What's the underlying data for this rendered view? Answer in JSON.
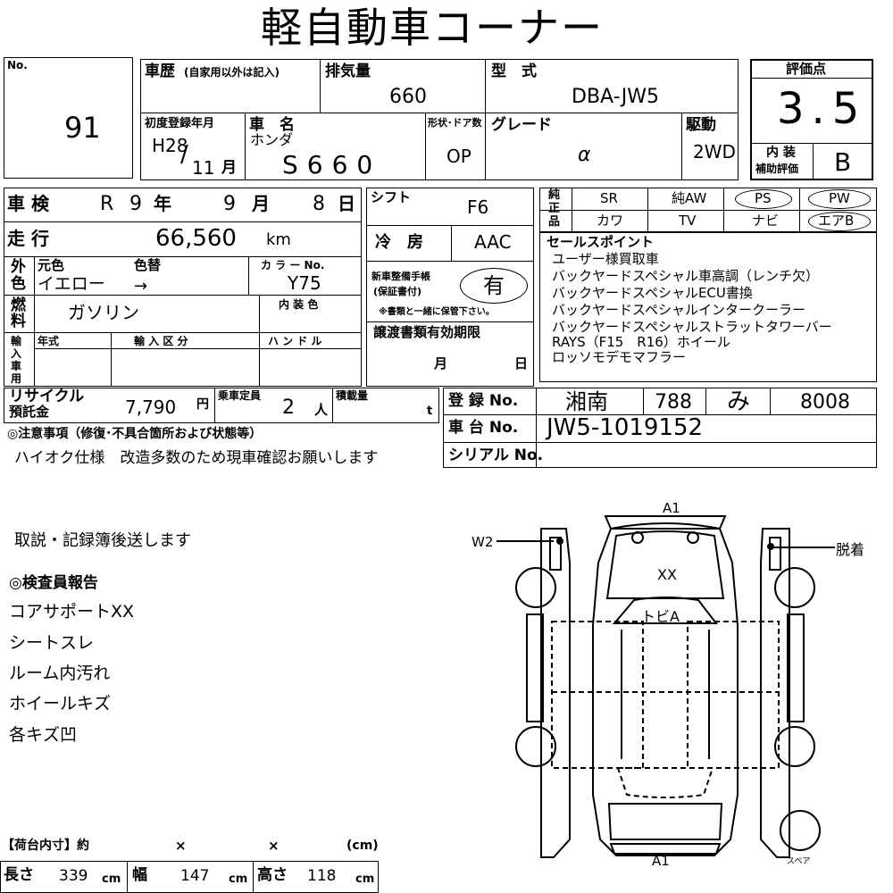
{
  "title": "軽自動車コーナー",
  "lot": {
    "no_label": "No.",
    "number": "91"
  },
  "history": {
    "label": "車歴",
    "note": "(自家用以外は記入)"
  },
  "displacement": {
    "label": "排気量",
    "value": "660"
  },
  "model": {
    "label": "型　式",
    "value": "DBA-JW5"
  },
  "score": {
    "label": "評価点",
    "value": "3.5",
    "interior_label_1": "内 装",
    "interior_label_2": "補助評価",
    "interior_value": "B"
  },
  "first_reg": {
    "label": "初度登録年月",
    "era_year": "H28",
    "slash": "/",
    "month": "11",
    "month_unit": "月"
  },
  "car_name": {
    "label": "車　名",
    "maker": "ホンダ",
    "name": "S660"
  },
  "body": {
    "label": "形状･ドア数",
    "value": "OP"
  },
  "grade": {
    "label": "グレード",
    "value": "α"
  },
  "drive": {
    "label": "駆動",
    "value": "2WD"
  },
  "inspection": {
    "label": "車 検",
    "era": "R",
    "year": "9",
    "year_unit": "年",
    "month": "9",
    "month_unit": "月",
    "day": "8",
    "day_unit": "日"
  },
  "shift": {
    "label": "シフト",
    "value": "F6"
  },
  "mileage": {
    "label": "走 行",
    "value": "66,560",
    "unit": "km"
  },
  "ac": {
    "label": "冷　房",
    "value": "AAC"
  },
  "color": {
    "label_1": "外",
    "label_2": "色",
    "orig_label": "元色",
    "change_label": "色替",
    "orig_value": "イエロー",
    "arrow": "→",
    "code_label": "カ ラ ー No.",
    "code_value": "Y75",
    "interior_color_label": "内 装 色"
  },
  "warranty": {
    "label_1": "新車整備手帳",
    "label_2": "(保証書付)",
    "value": "有",
    "note": "※書類と一緒に保管下さい。"
  },
  "fuel": {
    "label_1": "燃",
    "label_2": "料",
    "value": "ガソリン"
  },
  "transfer": {
    "label": "譲渡書類有効期限",
    "month_unit": "月",
    "day_unit": "日"
  },
  "import": {
    "label_1": "輸",
    "label_2": "入",
    "label_3": "車",
    "label_4": "用",
    "year_label": "年式",
    "class_label": "輸 入 区 分",
    "handle_label": "ハ ン ド ル"
  },
  "equipment": {
    "label_1": "純",
    "label_2": "正",
    "label_3": "品",
    "row1": [
      "SR",
      "純AW",
      "PS",
      "PW"
    ],
    "row2": [
      "カワ",
      "TV",
      "ナビ",
      "エアB"
    ]
  },
  "sales_points": {
    "label": "セールスポイント",
    "items": [
      "ユーザー様買取車",
      "バックヤードスペシャル車高調（レンチ欠）",
      "バックヤードスペシャルECU書換",
      "バックヤードスペシャルインタークーラー",
      "バックヤードスペシャルストラットタワーバー",
      "RAYS（F15　R16）ホイール",
      "ロッソモデモマフラー"
    ]
  },
  "recycle": {
    "label_1": "リサイクル",
    "label_2": "預託金",
    "value": "7,790",
    "unit": "円"
  },
  "capacity": {
    "label": "乗車定員",
    "value": "2",
    "unit": "人"
  },
  "load": {
    "label": "積載量",
    "unit": "t"
  },
  "registration": {
    "label": "登 録 No.",
    "area": "湘南",
    "class_no": "788",
    "kana": "み",
    "number": "8008"
  },
  "chassis": {
    "label": "車 台 No.",
    "value": "JW5-1019152"
  },
  "serial": {
    "label": "シリアル No."
  },
  "caution": {
    "label": "◎注意事項（修復･不具合箇所および状態等）",
    "text": "ハイオク仕様　改造多数のため現車確認お願いします"
  },
  "notes": {
    "docs": "取説・記録簿後送します",
    "inspector_label": "◎検査員報告",
    "items": [
      "コアサポートXX",
      "シートスレ",
      "ルーム内汚れ",
      "ホイールキズ",
      "各キズ凹"
    ]
  },
  "diagram": {
    "a1_top": "A1",
    "w2": "W2",
    "removed": "脱着",
    "xx": "XX",
    "topia": "トビA",
    "a1_bottom": "A1",
    "spare": "スペア"
  },
  "cargo": {
    "label": "【荷台内寸】約",
    "x1": "×",
    "x2": "×",
    "unit_cm": "(cm)",
    "length_label": "長さ",
    "length": "339",
    "width_label": "幅",
    "width": "147",
    "height_label": "高さ",
    "height": "118",
    "cm": "cm"
  }
}
